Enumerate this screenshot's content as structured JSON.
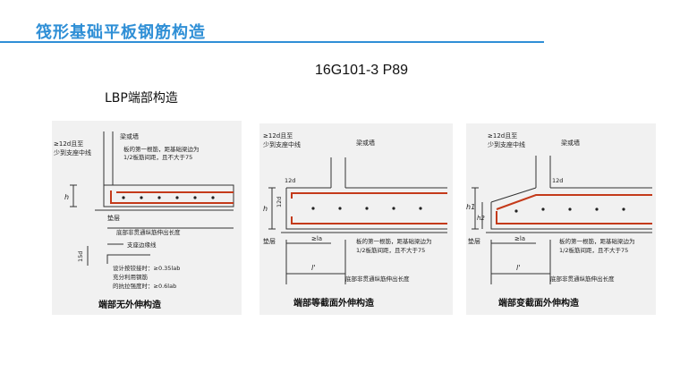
{
  "header": {
    "title": "筏形基础平板钢筋构造"
  },
  "reference": {
    "code": "16G101-3  P89"
  },
  "section": {
    "title": "LBP端部构造"
  },
  "panels": [
    {
      "caption": "端部无外伸构造",
      "labels": {
        "top_note_1": "≥12d且至",
        "top_note_2": "少到支座中线",
        "wall": "梁或墙",
        "first_bar_1": "板的第一根筋，距基础梁边为",
        "first_bar_2": "1/2板筋间距，且不大于75",
        "h": "h",
        "cushion": "垫层",
        "bottom_note": "底部非贯通纵筋伸出长度",
        "d15": "15d",
        "support_line": "支座边缘线",
        "req_1": "设计按铰接时：≥0.35lab",
        "req_2": "充分利用钢筋",
        "req_3": "的抗拉强度时：≥0.6lab"
      }
    },
    {
      "caption": "端部等截面外伸构造",
      "labels": {
        "top_note_1": "≥12d且至",
        "top_note_2": "少到支座中线",
        "wall": "梁或墙",
        "d12_top": "12d",
        "d12_side": "12d",
        "h": "h",
        "la": "≥la",
        "cushion": "垫层",
        "first_bar_1": "板的第一根筋，距基础梁边为",
        "first_bar_2": "1/2板筋间距，且不大于75",
        "l_prime": "l'",
        "bottom_note": "底部非贯通纵筋伸出长度"
      }
    },
    {
      "caption": "端部变截面外伸构造",
      "labels": {
        "top_note_1": "≥12d且至",
        "top_note_2": "少到支座中线",
        "wall": "梁或墙",
        "h1": "h1",
        "h2": "h2",
        "d12": "12d",
        "la": "≥la",
        "cushion": "垫层",
        "first_bar_1": "板的第一根筋，距基础梁边为",
        "first_bar_2": "1/2板筋间距，且不大于75",
        "l_prime": "l'",
        "bottom_note": "底部非贯通纵筋伸出长度"
      }
    }
  ],
  "colors": {
    "title": "#2f8fd6",
    "rebar": "#c43a1a",
    "line": "#333333"
  }
}
